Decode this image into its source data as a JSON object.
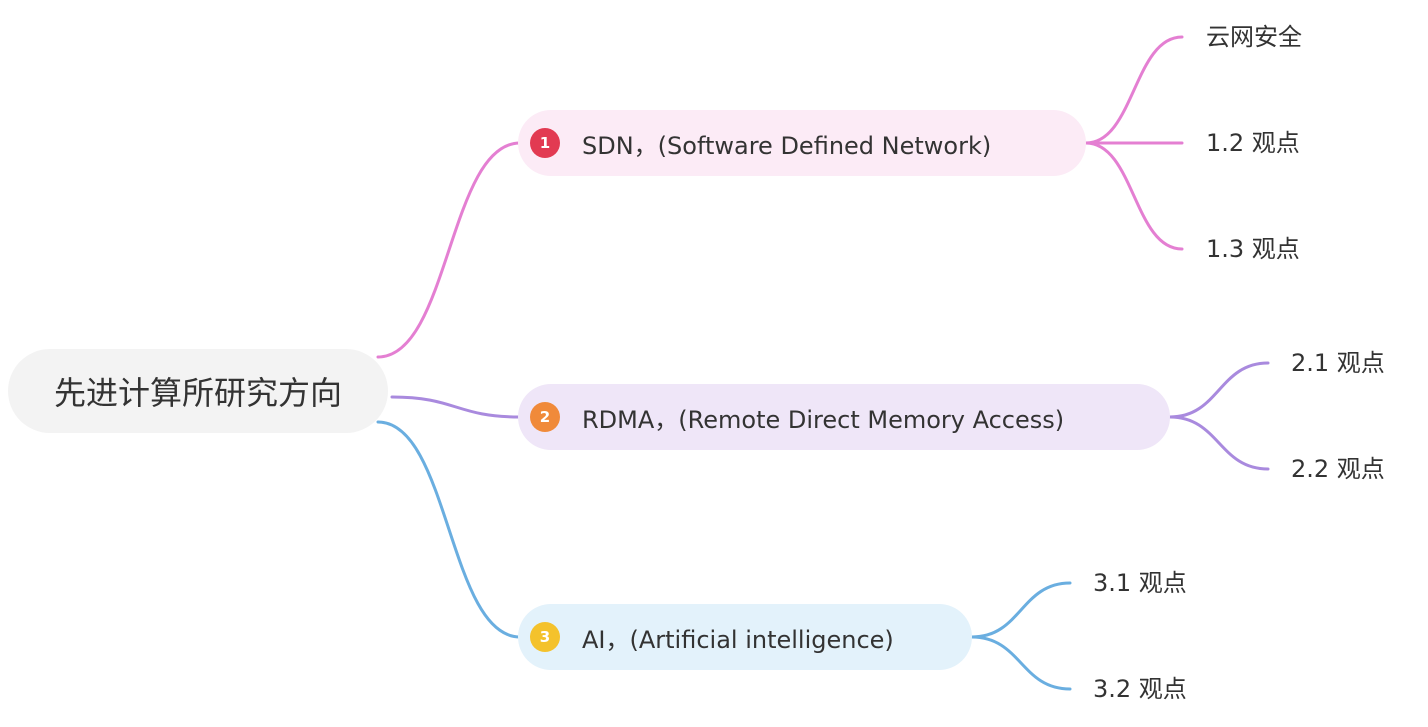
{
  "root": {
    "label": "先进计算所研究方向"
  },
  "branches": [
    {
      "badge": "1",
      "label": "SDN，(Software Defined Network)",
      "color": "#e47fd2",
      "fill": "#fcebf6",
      "badge_color": "#e23a52",
      "children": [
        "云网安全",
        "1.2 观点",
        "1.3 观点"
      ]
    },
    {
      "badge": "2",
      "label": "RDMA，(Remote Direct Memory Access)",
      "color": "#a98ade",
      "fill": "#efe6f8",
      "badge_color": "#f08a3a",
      "children": [
        "2.1 观点",
        "2.2 观点"
      ]
    },
    {
      "badge": "3",
      "label": "AI，(Artificial intelligence)",
      "color": "#6aaee0",
      "fill": "#e3f2fb",
      "badge_color": "#f4c22c",
      "children": [
        "3.1 观点",
        "3.2 观点"
      ]
    }
  ]
}
